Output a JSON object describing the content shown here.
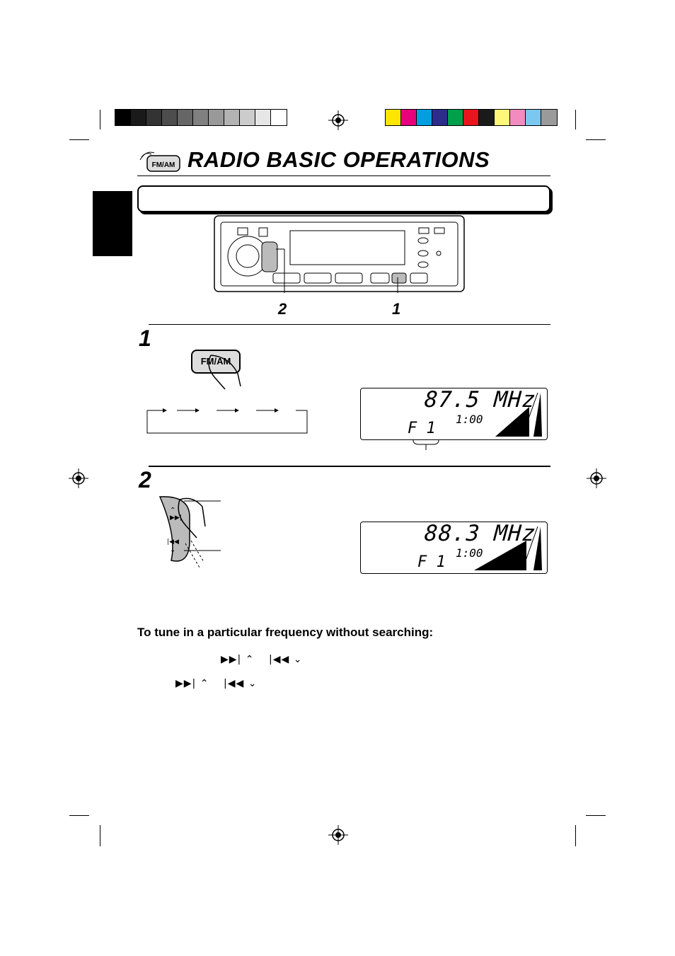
{
  "header": {
    "title": "RADIO BASIC OPERATIONS",
    "icon_label": "FM/AM",
    "icon": "fm-am-radio-icon"
  },
  "gray_scale": [
    "#000000",
    "#1a1a1a",
    "#333333",
    "#4d4d4d",
    "#666666",
    "#808080",
    "#999999",
    "#b3b3b3",
    "#cccccc",
    "#e6e6e6",
    "#ffffff"
  ],
  "color_scale": [
    "#ffe600",
    "#e8007d",
    "#00a0e0",
    "#2c2c8c",
    "#00a04b",
    "#e8141e",
    "#1a1a1a",
    "#fff67a",
    "#f28cc0",
    "#7ac8f0",
    "#9a9a9a"
  ],
  "diagram": {
    "callout_2": "2",
    "callout_1": "1"
  },
  "step1": {
    "number": "1",
    "button_label": "FM/AM",
    "display": {
      "frequency": "87.5 MHz",
      "clock": "1:00",
      "band": "F 1"
    }
  },
  "step2": {
    "number": "2",
    "display": {
      "frequency": "88.3 MHz",
      "clock": "1:00",
      "band": "F 1"
    }
  },
  "manual_tuning": {
    "heading": "To tune in a particular frequency without searching:",
    "line1_symbols": {
      "a": "▶▶| ⌃",
      "b": "|◀◀ ⌄"
    },
    "line2_symbols": {
      "a": "▶▶| ⌃",
      "b": "|◀◀ ⌄"
    }
  }
}
